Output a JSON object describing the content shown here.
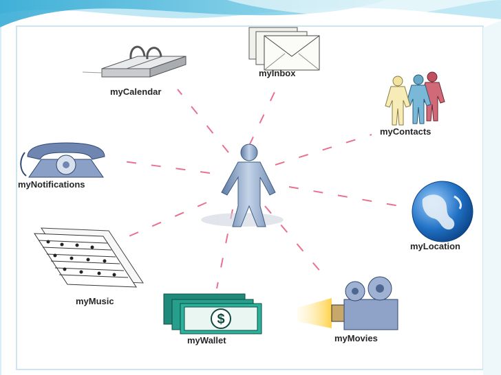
{
  "colors": {
    "connector": "#e8718f",
    "header_wave": "#3fb3d8",
    "header_light": "#bfe8f4",
    "slide_border": "#c9e6f1",
    "person": "#8fa9c9",
    "label": "#262626"
  },
  "center": {
    "icon": "person-icon"
  },
  "nodes": [
    {
      "id": "calendar",
      "label": "myCalendar",
      "icon": "calendar-icon"
    },
    {
      "id": "inbox",
      "label": "myInbox",
      "icon": "envelope-icon"
    },
    {
      "id": "contacts",
      "label": "myContacts",
      "icon": "people-icon"
    },
    {
      "id": "notifications",
      "label": "myNotifications",
      "icon": "telephone-icon"
    },
    {
      "id": "location",
      "label": "myLocation",
      "icon": "globe-icon"
    },
    {
      "id": "music",
      "label": "myMusic",
      "icon": "sheet-music-icon"
    },
    {
      "id": "wallet",
      "label": "myWallet",
      "icon": "money-icon"
    },
    {
      "id": "movies",
      "label": "myMovies",
      "icon": "movie-camera-icon"
    }
  ]
}
